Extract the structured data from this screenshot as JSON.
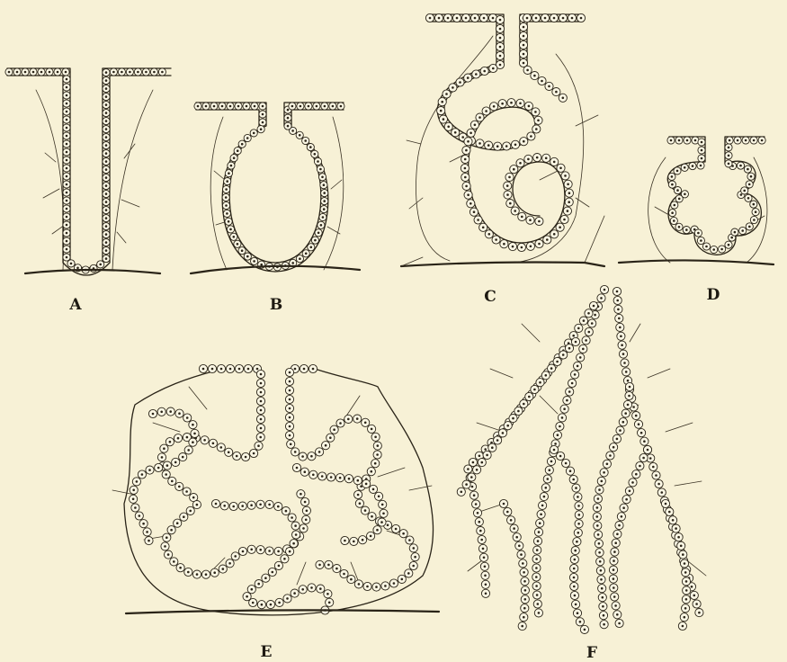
{
  "figures": [
    {
      "id": "A",
      "label": "A",
      "kind": "simple tubular gland"
    },
    {
      "id": "B",
      "label": "B",
      "kind": "simple saccular gland"
    },
    {
      "id": "C",
      "label": "C",
      "kind": "coiled tubular gland"
    },
    {
      "id": "D",
      "label": "D",
      "kind": "branched saccular gland"
    },
    {
      "id": "E",
      "label": "E",
      "kind": "compound racemose gland"
    },
    {
      "id": "F",
      "label": "F",
      "kind": "compound tubular gland"
    }
  ],
  "colors": {
    "paper": "#f7f1d6",
    "ink": "#2a2418"
  }
}
